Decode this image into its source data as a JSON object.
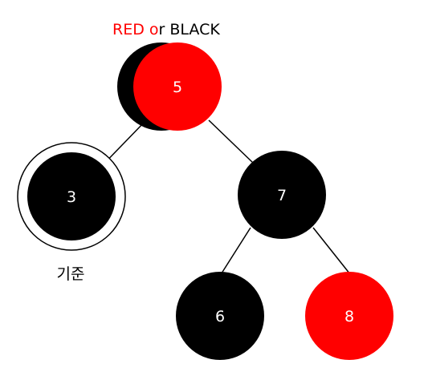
{
  "header": {
    "part_red": "RED o",
    "part_black": "r BLACK",
    "red_color": "#ff0000",
    "black_color": "#000000"
  },
  "tree": {
    "root": {
      "label": "5",
      "color": "red-or-black"
    },
    "left_child": {
      "label": "3",
      "color": "black",
      "marked": true
    },
    "right_child": {
      "label": "7",
      "color": "black"
    },
    "right_left_child": {
      "label": "6",
      "color": "black"
    },
    "right_right_child": {
      "label": "8",
      "color": "red"
    }
  },
  "annotation": {
    "reference_label": "기준"
  }
}
